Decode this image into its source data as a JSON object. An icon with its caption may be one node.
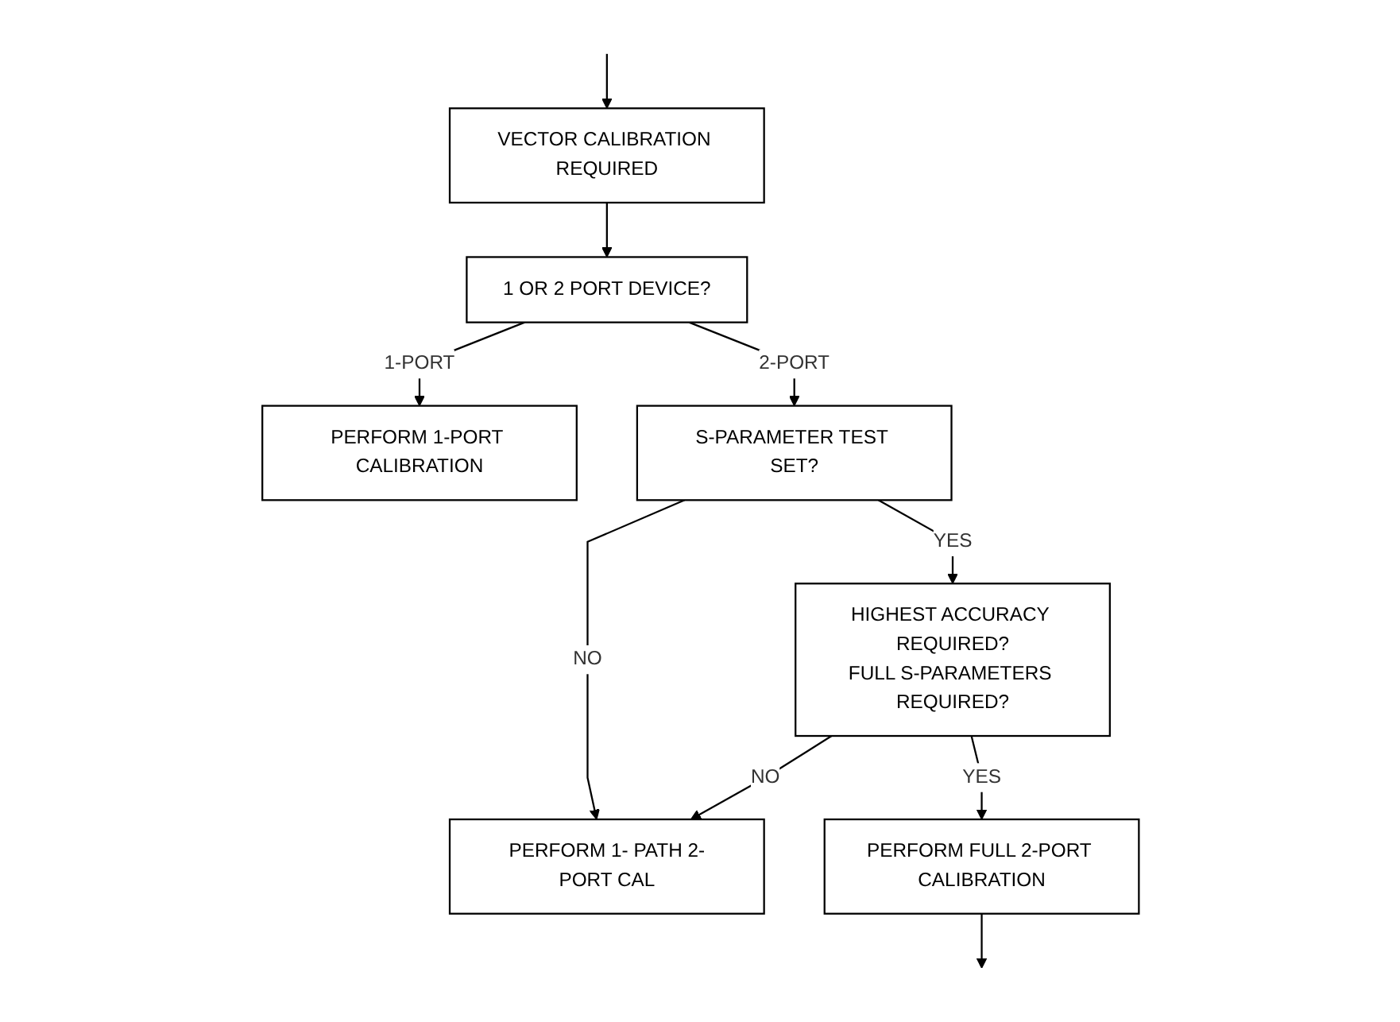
{
  "diagram": {
    "nodes": [
      {
        "text": [
          "VECTOR CALIBRATION REQUIRED"
        ]
      },
      {
        "text": [
          "1 OR 2 PORT DEVICE?"
        ]
      },
      {
        "text": [
          "PERFORM 1-PORT CALIBRATION"
        ]
      },
      {
        "text": [
          "S-PARAMETER TEST SET?"
        ]
      },
      {
        "text": [
          "PERFORM 1- PATH 2-PORT CAL"
        ]
      },
      {
        "text": [
          "HIGHEST ACCURACY REQUIRED?",
          "FULL S-PARAMETERS REQUIRED?"
        ]
      },
      {
        "text": [
          "PERFORM FULL 2-PORT CALIBRATION"
        ]
      }
    ],
    "edges": [
      {
        "from": null,
        "to": 0,
        "arrow": "to"
      },
      {
        "from": 0,
        "to": 1,
        "arrow": "to"
      },
      {
        "from": 1,
        "to": 2,
        "arrow": "to",
        "label": "1-PORT"
      },
      {
        "from": 1,
        "to": 3,
        "arrow": "to",
        "label": "2-PORT"
      },
      {
        "from": 3,
        "to": 4,
        "arrow": "to",
        "label": "NO"
      },
      {
        "from": 3,
        "to": 5,
        "arrow": "to",
        "label": "YES"
      },
      {
        "from": 5,
        "to": 4,
        "arrow": "to",
        "label": "NO"
      },
      {
        "from": 5,
        "to": 6,
        "arrow": "to",
        "label": "YES"
      },
      {
        "from": 6,
        "to": null,
        "arrow": "to"
      }
    ]
  }
}
